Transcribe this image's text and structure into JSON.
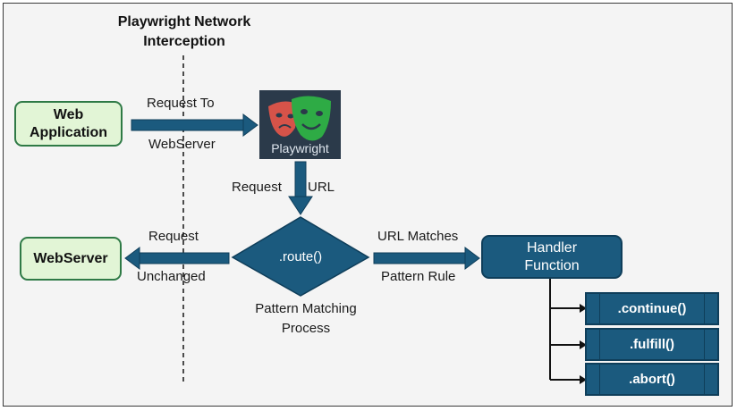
{
  "title": "Playwright Network Interception",
  "nodes": {
    "web_application": "Web Application",
    "playwright_logo_text": "Playwright",
    "route": ".route()",
    "webserver": "WebServer",
    "handler_function": "Handler Function",
    "actions": [
      ".continue()",
      ".fulfill()",
      ".abort()"
    ]
  },
  "edge_labels": {
    "request_to": "Request To",
    "webserver_dest": "WebServer",
    "request": "Request",
    "url": "URL",
    "request_unchanged_top": "Request",
    "request_unchanged_bottom": "Unchanged",
    "url_matches": "URL Matches",
    "pattern_rule": "Pattern Rule"
  },
  "route_caption": [
    "Pattern Matching",
    "Process"
  ],
  "colors": {
    "accent_blue": "#1b5a7e",
    "green_fill": "#e2f5d6",
    "green_border": "#2f7a46"
  }
}
